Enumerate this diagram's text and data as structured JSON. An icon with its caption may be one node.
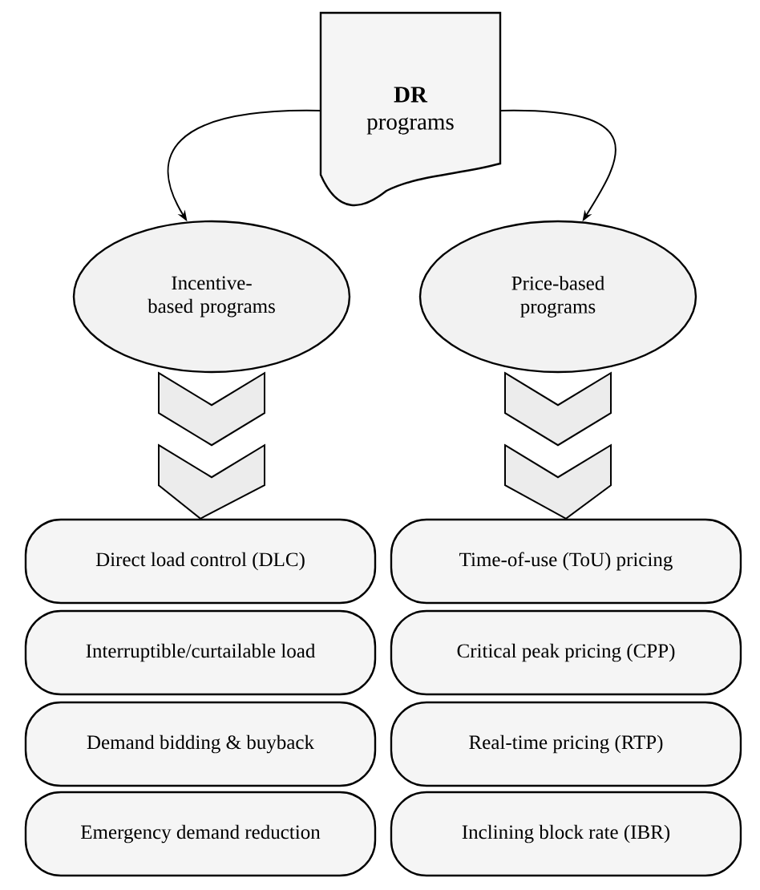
{
  "diagram": {
    "nodes": [
      {
        "text": [
          "**DR** programs"
        ]
      },
      {
        "text": [
          "Incentive-based programs"
        ]
      },
      {
        "text": [
          "Price-based programs"
        ]
      },
      {
        "text": [
          "Direct load control (DLC)"
        ]
      },
      {
        "text": [
          "Interruptible/curtailable load"
        ]
      },
      {
        "text": [
          "Demand bidding & buyback"
        ]
      },
      {
        "text": [
          "Emergency demand reduction"
        ]
      },
      {
        "text": [
          "Time-of-use (ToU) pricing"
        ]
      },
      {
        "text": [
          "Critical peak pricing (CPP)"
        ]
      },
      {
        "text": [
          "Real-time pricing (RTP)"
        ]
      },
      {
        "text": [
          "Inclining block rate (IBR)"
        ]
      }
    ],
    "edges": [
      {
        "from": 0,
        "to": 1,
        "arrow": "to"
      },
      {
        "from": 0,
        "to": 2,
        "arrow": "to"
      },
      {
        "from": 1,
        "to": 3,
        "arrow": "to"
      },
      {
        "from": 2,
        "to": 7,
        "arrow": "to"
      }
    ]
  }
}
